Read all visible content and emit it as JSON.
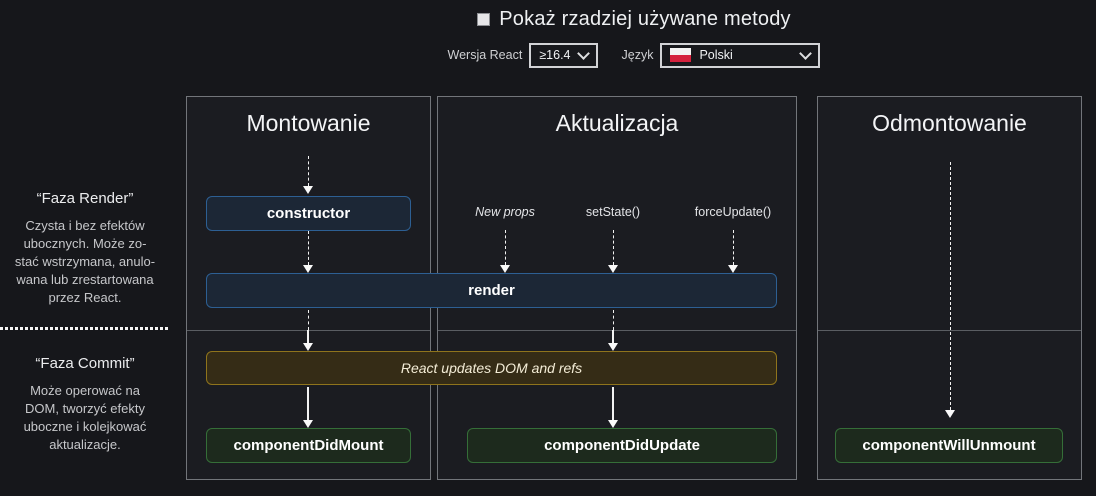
{
  "header": {
    "toggle_label": "Pokaż rzadziej używane metody",
    "toggle_checked": false,
    "version_label": "Wersja React",
    "version_value": "≥16.4",
    "language_label": "Język",
    "language_value": "Polski",
    "language_flag": "poland-flag"
  },
  "sidebar": {
    "render_phase": {
      "title": "“Faza Render”",
      "description": [
        "Czysta i bez efektów",
        "ubocznych. Może zo-",
        "stać wstrzymana, anulo-",
        "wana lub zrestartowana",
        "przez React."
      ]
    },
    "commit_phase": {
      "title": "“Faza Commit”",
      "description": [
        "Może operować na",
        "DOM, tworzyć efekty",
        "uboczne i kolejkować",
        "aktualizacje."
      ]
    }
  },
  "columns": {
    "mounting": {
      "title": "Montowanie"
    },
    "updating": {
      "title": "Aktualizacja",
      "triggers": [
        "New props",
        "setState()",
        "forceUpdate()"
      ]
    },
    "unmounting": {
      "title": "Odmontowanie"
    }
  },
  "nodes": {
    "constructor": "constructor",
    "render": "render",
    "react_updates": "React updates DOM and refs",
    "componentDidMount": "componentDidMount",
    "componentDidUpdate": "componentDidUpdate",
    "componentWillUnmount": "componentWillUnmount"
  },
  "colors": {
    "lifecycle_box_bg": "#1c2736",
    "lifecycle_box_border": "#2d5f93",
    "side_effect_box_bg": "#352c16",
    "side_effect_box_border": "#8f741c",
    "commit_box_bg": "#1d2a1d",
    "commit_box_border": "#356e38",
    "flag_red": "#d4213d",
    "page_bg": "#16171b"
  }
}
